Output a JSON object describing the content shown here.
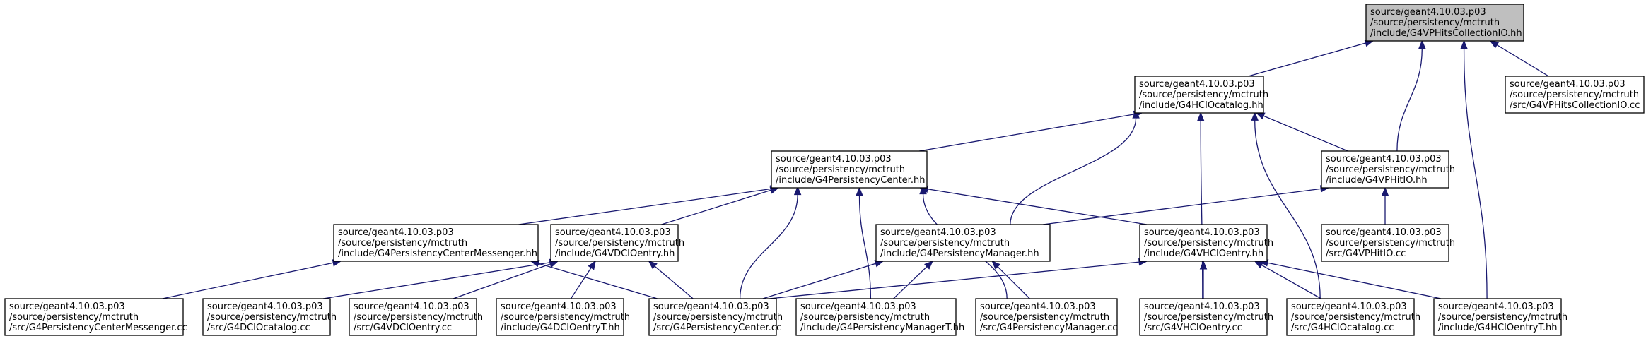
{
  "graph": {
    "arrow_color": "#191970",
    "root_fill": "#bfbfbf",
    "nodes": [
      {
        "id": "root",
        "root": true,
        "lines": [
          "source/geant4.10.03.p03",
          "/source/persistency/mctruth",
          "/include/G4VPHitsCollectionIO.hh"
        ]
      },
      {
        "id": "hcio_cat",
        "lines": [
          "source/geant4.10.03.p03",
          "/source/persistency/mctruth",
          "/include/G4HCIOcatalog.hh"
        ]
      },
      {
        "id": "phcio_cc",
        "lines": [
          "source/geant4.10.03.p03",
          "/source/persistency/mctruth",
          "/src/G4VPHitsCollectionIO.cc"
        ]
      },
      {
        "id": "pcenter_hh",
        "lines": [
          "source/geant4.10.03.p03",
          "/source/persistency/mctruth",
          "/include/G4PersistencyCenter.hh"
        ]
      },
      {
        "id": "phitio_hh",
        "lines": [
          "source/geant4.10.03.p03",
          "/source/persistency/mctruth",
          "/include/G4VPHitIO.hh"
        ]
      },
      {
        "id": "messenger_hh",
        "lines": [
          "source/geant4.10.03.p03",
          "/source/persistency/mctruth",
          "/include/G4PersistencyCenterMessenger.hh"
        ]
      },
      {
        "id": "vdcio_hh",
        "lines": [
          "source/geant4.10.03.p03",
          "/source/persistency/mctruth",
          "/include/G4VDCIOentry.hh"
        ]
      },
      {
        "id": "pmanager_hh",
        "lines": [
          "source/geant4.10.03.p03",
          "/source/persistency/mctruth",
          "/include/G4PersistencyManager.hh"
        ]
      },
      {
        "id": "vhcio_hh",
        "lines": [
          "source/geant4.10.03.p03",
          "/source/persistency/mctruth",
          "/include/G4VHCIOentry.hh"
        ]
      },
      {
        "id": "phitio_cc",
        "lines": [
          "source/geant4.10.03.p03",
          "/source/persistency/mctruth",
          "/src/G4VPHitIO.cc"
        ]
      },
      {
        "id": "messenger_cc",
        "lines": [
          "source/geant4.10.03.p03",
          "/source/persistency/mctruth",
          "/src/G4PersistencyCenterMessenger.cc"
        ]
      },
      {
        "id": "dcio_cat_cc",
        "lines": [
          "source/geant4.10.03.p03",
          "/source/persistency/mctruth",
          "/src/G4DCIOcatalog.cc"
        ]
      },
      {
        "id": "vdcio_cc",
        "lines": [
          "source/geant4.10.03.p03",
          "/source/persistency/mctruth",
          "/src/G4VDCIOentry.cc"
        ]
      },
      {
        "id": "dcioT_hh",
        "lines": [
          "source/geant4.10.03.p03",
          "/source/persistency/mctruth",
          "/include/G4DCIOentryT.hh"
        ]
      },
      {
        "id": "pcenter_cc",
        "lines": [
          "source/geant4.10.03.p03",
          "/source/persistency/mctruth",
          "/src/G4PersistencyCenter.cc"
        ]
      },
      {
        "id": "pmanagerT_hh",
        "lines": [
          "source/geant4.10.03.p03",
          "/source/persistency/mctruth",
          "/include/G4PersistencyManagerT.hh"
        ]
      },
      {
        "id": "pmanager_cc",
        "lines": [
          "source/geant4.10.03.p03",
          "/source/persistency/mctruth",
          "/src/G4PersistencyManager.cc"
        ]
      },
      {
        "id": "vhcio_cc",
        "lines": [
          "source/geant4.10.03.p03",
          "/source/persistency/mctruth",
          "/src/G4VHCIOentry.cc"
        ]
      },
      {
        "id": "hcio_cat_cc",
        "lines": [
          "source/geant4.10.03.p03",
          "/source/persistency/mctruth",
          "/src/G4HCIOcatalog.cc"
        ]
      },
      {
        "id": "hcioT_hh",
        "lines": [
          "source/geant4.10.03.p03",
          "/source/persistency/mctruth",
          "/include/G4HCIOentryT.hh"
        ]
      }
    ],
    "edges": [
      {
        "from": "hcio_cat",
        "to": "root"
      },
      {
        "from": "phitio_hh",
        "to": "root"
      },
      {
        "from": "hcioT_hh",
        "to": "root"
      },
      {
        "from": "phcio_cc",
        "to": "root"
      },
      {
        "from": "pcenter_hh",
        "to": "hcio_cat"
      },
      {
        "from": "phitio_hh",
        "to": "hcio_cat"
      },
      {
        "from": "pmanager_hh",
        "to": "hcio_cat"
      },
      {
        "from": "vhcio_cc",
        "to": "hcio_cat"
      },
      {
        "from": "hcio_cat_cc",
        "to": "hcio_cat"
      },
      {
        "from": "messenger_hh",
        "to": "pcenter_hh"
      },
      {
        "from": "vdcio_hh",
        "to": "pcenter_hh"
      },
      {
        "from": "pcenter_cc",
        "to": "pcenter_hh"
      },
      {
        "from": "pmanagerT_hh",
        "to": "pcenter_hh"
      },
      {
        "from": "pmanager_cc",
        "to": "pcenter_hh"
      },
      {
        "from": "vhcio_hh",
        "to": "pcenter_hh"
      },
      {
        "from": "pmanager_hh",
        "to": "phitio_hh"
      },
      {
        "from": "phitio_cc",
        "to": "phitio_hh"
      },
      {
        "from": "messenger_cc",
        "to": "messenger_hh"
      },
      {
        "from": "pcenter_cc",
        "to": "messenger_hh"
      },
      {
        "from": "dcio_cat_cc",
        "to": "vdcio_hh"
      },
      {
        "from": "vdcio_cc",
        "to": "vdcio_hh"
      },
      {
        "from": "dcioT_hh",
        "to": "vdcio_hh"
      },
      {
        "from": "pcenter_cc",
        "to": "vdcio_hh"
      },
      {
        "from": "pcenter_cc",
        "to": "pmanager_hh"
      },
      {
        "from": "pmanagerT_hh",
        "to": "pmanager_hh"
      },
      {
        "from": "pmanager_cc",
        "to": "pmanager_hh"
      },
      {
        "from": "pcenter_cc",
        "to": "vhcio_hh"
      },
      {
        "from": "vhcio_cc",
        "to": "vhcio_hh"
      },
      {
        "from": "hcio_cat_cc",
        "to": "vhcio_hh"
      },
      {
        "from": "hcioT_hh",
        "to": "vhcio_hh"
      }
    ]
  }
}
